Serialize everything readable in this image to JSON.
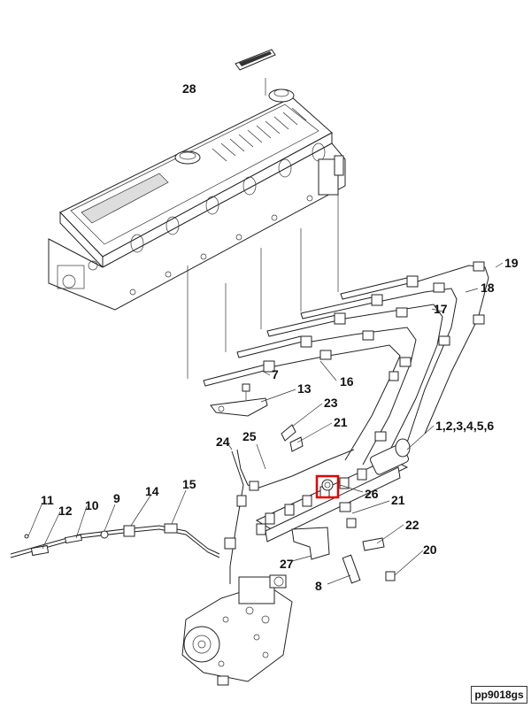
{
  "callouts": {
    "c28": "28",
    "c19": "19",
    "c18": "18",
    "c17": "17",
    "c7": "7",
    "c16": "16",
    "c13": "13",
    "c23": "23",
    "c21a": "21",
    "c24": "24",
    "c25": "25",
    "c1_6": "1,2,3,4,5,6",
    "c26": "26",
    "c21b": "21",
    "c22": "22",
    "c20": "20",
    "c27": "27",
    "c8": "8",
    "c11": "11",
    "c12": "12",
    "c10": "10",
    "c9": "9",
    "c14": "14",
    "c15": "15"
  },
  "reference_code": "pp9018gs",
  "highlight_color": "#e00000",
  "line_color": "#222222",
  "icons": [
    "cylinder-head-icon",
    "fuel-pump-icon",
    "fuel-rail-icon",
    "decal-icon",
    "injector-icon",
    "bracket-icon"
  ]
}
